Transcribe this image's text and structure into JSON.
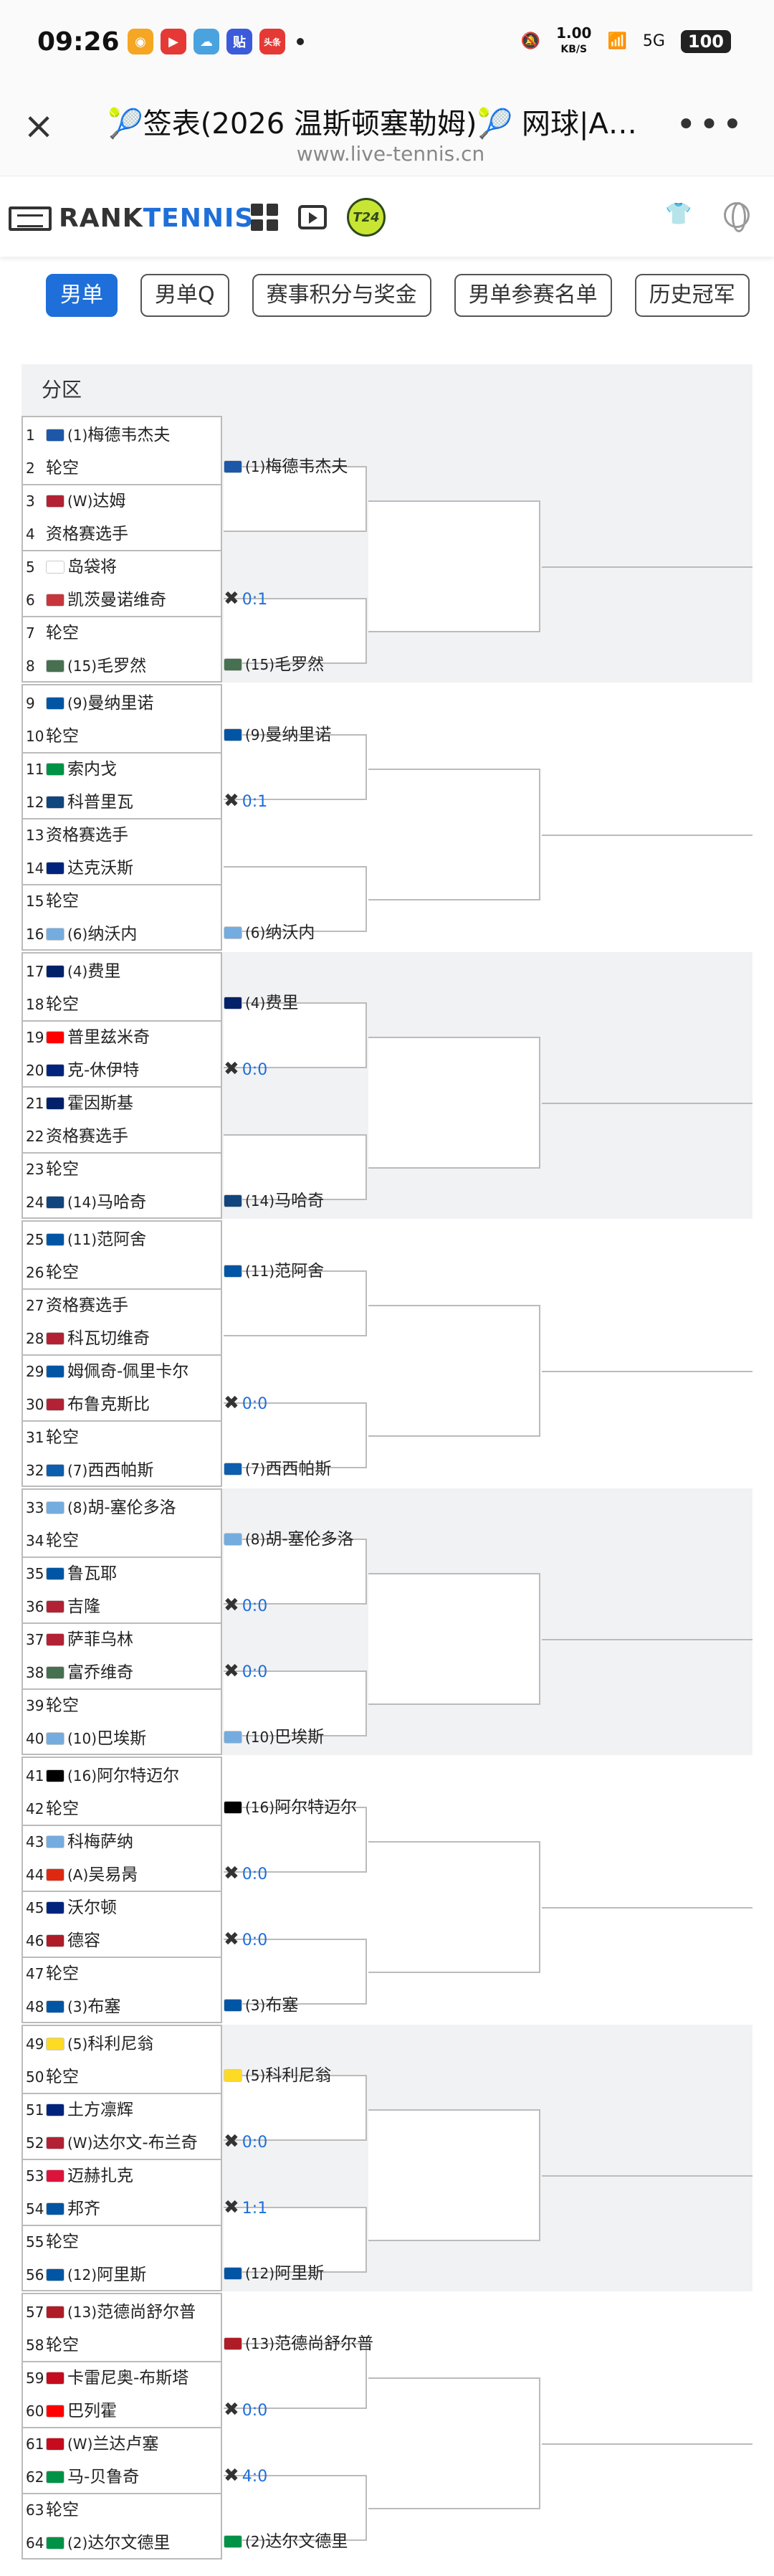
{
  "status": {
    "time": "09:26",
    "net_speed": "1.00",
    "net_unit": "KB/S",
    "battery": "100",
    "signal": "5G"
  },
  "titlebar": {
    "title": "🎾签表(2026 温斯顿塞勒姆)🎾 网球|A…",
    "url": "www.live-tennis.cn"
  },
  "site": {
    "logo_a": "RANK",
    "logo_b": "TENNIS",
    "badge": "T24"
  },
  "tabs": [
    "男单",
    "男单Q",
    "赛事积分与奖金",
    "男单参赛名单",
    "历史冠军"
  ],
  "section_title": "分区",
  "quarters": [
    {
      "players": [
        [
          "1",
          "ru",
          "(1)",
          "梅德韦杰夫"
        ],
        [
          "2",
          "",
          "",
          "轮空"
        ],
        [
          "3",
          "us",
          "(W)",
          "达姆"
        ],
        [
          "4",
          "",
          "",
          "资格赛选手"
        ],
        [
          "5",
          "jp",
          "",
          "岛袋将"
        ],
        [
          "6",
          "rs",
          "",
          "凯茨曼诺维奇"
        ],
        [
          "7",
          "",
          "",
          "轮空"
        ],
        [
          "8",
          "hu",
          "(15)",
          "毛罗然"
        ]
      ],
      "r2": [
        {
          "slot": 0,
          "flag": "ru",
          "seed": "(1)",
          "name": "梅德韦杰夫",
          "score": ""
        },
        {
          "slot": 2,
          "flag": "",
          "seed": "",
          "name": "",
          "score": "0:1"
        },
        {
          "slot": 3,
          "flag": "hu",
          "seed": "(15)",
          "name": "毛罗然",
          "score": ""
        }
      ]
    },
    {
      "players": [
        [
          "9",
          "fr",
          "(9)",
          "曼纳里诺"
        ],
        [
          "10",
          "",
          "",
          "轮空"
        ],
        [
          "11",
          "it",
          "",
          "索内戈"
        ],
        [
          "12",
          "cz",
          "",
          "科普里瓦"
        ],
        [
          "13",
          "",
          "",
          "资格赛选手"
        ],
        [
          "14",
          "au",
          "",
          "达克沃斯"
        ],
        [
          "15",
          "",
          "",
          "轮空"
        ],
        [
          "16",
          "ar",
          "(6)",
          "纳沃内"
        ]
      ],
      "r2": [
        {
          "slot": 0,
          "flag": "fr",
          "seed": "(9)",
          "name": "曼纳里诺",
          "score": ""
        },
        {
          "slot": 1,
          "flag": "",
          "seed": "",
          "name": "",
          "score": "0:1"
        },
        {
          "slot": 3,
          "flag": "ar",
          "seed": "(6)",
          "name": "纳沃内",
          "score": ""
        }
      ]
    },
    {
      "players": [
        [
          "17",
          "gb",
          "(4)",
          "费里"
        ],
        [
          "18",
          "",
          "",
          "轮空"
        ],
        [
          "19",
          "hr",
          "",
          "普里兹米奇"
        ],
        [
          "20",
          "au",
          "",
          "克-休伊特"
        ],
        [
          "21",
          "gb",
          "",
          "霍因斯基"
        ],
        [
          "22",
          "",
          "",
          "资格赛选手"
        ],
        [
          "23",
          "",
          "",
          "轮空"
        ],
        [
          "24",
          "cz",
          "(14)",
          "马哈奇"
        ]
      ],
      "r2": [
        {
          "slot": 0,
          "flag": "gb",
          "seed": "(4)",
          "name": "费里",
          "score": ""
        },
        {
          "slot": 1,
          "flag": "",
          "seed": "",
          "name": "",
          "score": "0:0"
        },
        {
          "slot": 3,
          "flag": "cz",
          "seed": "(14)",
          "name": "马哈奇",
          "score": ""
        }
      ]
    },
    {
      "players": [
        [
          "25",
          "fr",
          "(11)",
          "范阿舍"
        ],
        [
          "26",
          "",
          "",
          "轮空"
        ],
        [
          "27",
          "",
          "",
          "资格赛选手"
        ],
        [
          "28",
          "us",
          "",
          "科瓦切维奇"
        ],
        [
          "29",
          "fr",
          "",
          "姆佩奇-佩里卡尔"
        ],
        [
          "30",
          "us",
          "",
          "布鲁克斯比"
        ],
        [
          "31",
          "",
          "",
          "轮空"
        ],
        [
          "32",
          "gr",
          "(7)",
          "西西帕斯"
        ]
      ],
      "r2": [
        {
          "slot": 0,
          "flag": "fr",
          "seed": "(11)",
          "name": "范阿舍",
          "score": ""
        },
        {
          "slot": 2,
          "flag": "",
          "seed": "",
          "name": "",
          "score": "0:0"
        },
        {
          "slot": 3,
          "flag": "gr",
          "seed": "(7)",
          "name": "西西帕斯",
          "score": ""
        }
      ]
    },
    {
      "players": [
        [
          "33",
          "ar",
          "(8)",
          "胡-塞伦多洛"
        ],
        [
          "34",
          "",
          "",
          "轮空"
        ],
        [
          "35",
          "fr",
          "",
          "鲁瓦耶"
        ],
        [
          "36",
          "us",
          "",
          "吉隆"
        ],
        [
          "37",
          "us",
          "",
          "萨菲乌林"
        ],
        [
          "38",
          "hu",
          "",
          "富乔维奇"
        ],
        [
          "39",
          "",
          "",
          "轮空"
        ],
        [
          "40",
          "ar",
          "(10)",
          "巴埃斯"
        ]
      ],
      "r2": [
        {
          "slot": 0,
          "flag": "ar",
          "seed": "(8)",
          "name": "胡-塞伦多洛",
          "score": ""
        },
        {
          "slot": 1,
          "flag": "",
          "seed": "",
          "name": "",
          "score": "0:0"
        },
        {
          "slot": 2,
          "flag": "",
          "seed": "",
          "name": "",
          "score": "0:0"
        },
        {
          "slot": 3,
          "flag": "ar",
          "seed": "(10)",
          "name": "巴埃斯",
          "score": ""
        }
      ]
    },
    {
      "players": [
        [
          "41",
          "de",
          "(16)",
          "阿尔特迈尔"
        ],
        [
          "42",
          "",
          "",
          "轮空"
        ],
        [
          "43",
          "ar",
          "",
          "科梅萨纳"
        ],
        [
          "44",
          "cn",
          "(A)",
          "吴易昺"
        ],
        [
          "45",
          "au",
          "",
          "沃尔顿"
        ],
        [
          "46",
          "nl",
          "",
          "德容"
        ],
        [
          "47",
          "",
          "",
          "轮空"
        ],
        [
          "48",
          "fr",
          "(3)",
          "布塞"
        ]
      ],
      "r2": [
        {
          "slot": 0,
          "flag": "de",
          "seed": "(16)",
          "name": "阿尔特迈尔",
          "score": ""
        },
        {
          "slot": 1,
          "flag": "",
          "seed": "",
          "name": "",
          "score": "0:0"
        },
        {
          "slot": 2,
          "flag": "",
          "seed": "",
          "name": "",
          "score": "0:0"
        },
        {
          "slot": 3,
          "flag": "fr",
          "seed": "(3)",
          "name": "布塞",
          "score": ""
        }
      ]
    },
    {
      "players": [
        [
          "49",
          "be",
          "(5)",
          "科利尼翁"
        ],
        [
          "50",
          "",
          "",
          "轮空"
        ],
        [
          "51",
          "au",
          "",
          "土方凛辉"
        ],
        [
          "52",
          "us",
          "(W)",
          "达尔文-布兰奇"
        ],
        [
          "53",
          "pl",
          "",
          "迈赫扎克"
        ],
        [
          "54",
          "fr",
          "",
          "邦齐"
        ],
        [
          "55",
          "",
          "",
          "轮空"
        ],
        [
          "56",
          "fr",
          "(12)",
          "阿里斯"
        ]
      ],
      "r2": [
        {
          "slot": 0,
          "flag": "be",
          "seed": "(5)",
          "name": "科利尼翁",
          "score": ""
        },
        {
          "slot": 1,
          "flag": "",
          "seed": "",
          "name": "",
          "score": "0:0"
        },
        {
          "slot": 2,
          "flag": "",
          "seed": "",
          "name": "",
          "score": "1:1"
        },
        {
          "slot": 3,
          "flag": "fr",
          "seed": "(12)",
          "name": "阿里斯",
          "score": ""
        }
      ]
    },
    {
      "players": [
        [
          "57",
          "nl",
          "(13)",
          "范德尚舒尔普"
        ],
        [
          "58",
          "",
          "",
          "轮空"
        ],
        [
          "59",
          "es",
          "",
          "卡雷尼奥-布斯塔"
        ],
        [
          "60",
          "hr",
          "",
          "巴列霍"
        ],
        [
          "61",
          "es",
          "(W)",
          "兰达卢塞"
        ],
        [
          "62",
          "it",
          "",
          "马-贝鲁奇"
        ],
        [
          "63",
          "",
          "",
          "轮空"
        ],
        [
          "64",
          "it",
          "(2)",
          "达尔文德里"
        ]
      ],
      "r2": [
        {
          "slot": 0,
          "flag": "nl",
          "seed": "(13)",
          "name": "范德尚舒尔普",
          "score": ""
        },
        {
          "slot": 1,
          "flag": "",
          "seed": "",
          "name": "",
          "score": "0:0"
        },
        {
          "slot": 2,
          "flag": "",
          "seed": "",
          "name": "",
          "score": "4:0"
        },
        {
          "slot": 3,
          "flag": "it",
          "seed": "(2)",
          "name": "达尔文德里",
          "score": ""
        }
      ]
    }
  ],
  "flag_colors": {
    "ru": "#1c57a8",
    "us": "#b22234",
    "jp": "#ffffff",
    "rs": "#c6363c",
    "hu": "#477050",
    "fr": "#0055a4",
    "it": "#009246",
    "cz": "#11457e",
    "au": "#00247d",
    "ar": "#74acdf",
    "gb": "#012169",
    "hr": "#ff0000",
    "gr": "#0d5eaf",
    "de": "#000000",
    "cn": "#de2910",
    "nl": "#ae1c28",
    "be": "#fdda24",
    "pl": "#dc143c",
    "es": "#c60b1e"
  }
}
